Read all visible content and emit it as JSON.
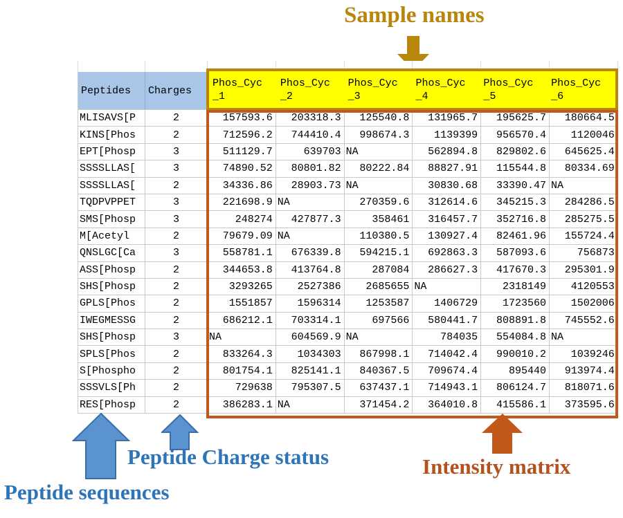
{
  "annotations": {
    "sample_names": {
      "label": "Sample names",
      "color": "#b8860b"
    },
    "peptide_sequences": {
      "label": "Peptide sequences",
      "color": "#2e74b9"
    },
    "peptide_charge_status": {
      "label": "Peptide Charge status",
      "color": "#2e74b9"
    },
    "intensity_matrix": {
      "label": "Intensity matrix",
      "color": "#b4511c"
    }
  },
  "colors": {
    "header_fill_blue": "#a9c5e8",
    "sample_header_fill_yellow": "#ffff00",
    "sample_header_border_gold": "#b8860b",
    "matrix_border_orange": "#c2591b",
    "annotation_arrow_blue": "#5b93d0"
  },
  "table": {
    "row_header_labels": [
      "Peptides",
      "Charges"
    ],
    "samples": [
      {
        "line1": "Phos_Cyc",
        "line2": "_1"
      },
      {
        "line1": "Phos_Cyc",
        "line2": "_2"
      },
      {
        "line1": "Phos_Cyc",
        "line2": "_3"
      },
      {
        "line1": "Phos_Cyc",
        "line2": "_4"
      },
      {
        "line1": "Phos_Cyc",
        "line2": "_5"
      },
      {
        "line1": "Phos_Cyc",
        "line2": "_6"
      }
    ],
    "rows": [
      {
        "peptide": "MLISAVS[P",
        "charge": "2",
        "values": [
          "157593.6",
          "203318.3",
          "125540.8",
          "131965.7",
          "195625.7",
          "180664.5"
        ]
      },
      {
        "peptide": "KINS[Phos",
        "charge": "2",
        "values": [
          "712596.2",
          "744410.4",
          "998674.3",
          "1139399",
          "956570.4",
          "1120046"
        ]
      },
      {
        "peptide": "EPT[Phosp",
        "charge": "3",
        "values": [
          "511129.7",
          "639703",
          "NA",
          "562894.8",
          "829802.6",
          "645625.4"
        ]
      },
      {
        "peptide": "SSSSLLAS[",
        "charge": "3",
        "values": [
          "74890.52",
          "80801.82",
          "80222.84",
          "88827.91",
          "115544.8",
          "80334.69"
        ]
      },
      {
        "peptide": "SSSSLLAS[",
        "charge": "2",
        "values": [
          "34336.86",
          "28903.73",
          "NA",
          "30830.68",
          "33390.47",
          "NA"
        ]
      },
      {
        "peptide": "TQDPVPPET",
        "charge": "3",
        "values": [
          "221698.9",
          "NA",
          "270359.6",
          "312614.6",
          "345215.3",
          "284286.5"
        ]
      },
      {
        "peptide": "SMS[Phosp",
        "charge": "3",
        "values": [
          "248274",
          "427877.3",
          "358461",
          "316457.7",
          "352716.8",
          "285275.5"
        ]
      },
      {
        "peptide": "M[Acetyl",
        "charge": "2",
        "values": [
          "79679.09",
          "NA",
          "110380.5",
          "130927.4",
          "82461.96",
          "155724.4"
        ]
      },
      {
        "peptide": "QNSLGC[Ca",
        "charge": "3",
        "values": [
          "558781.1",
          "676339.8",
          "594215.1",
          "692863.3",
          "587093.6",
          "756873"
        ]
      },
      {
        "peptide": "ASS[Phosp",
        "charge": "2",
        "values": [
          "344653.8",
          "413764.8",
          "287084",
          "286627.3",
          "417670.3",
          "295301.9"
        ]
      },
      {
        "peptide": "SHS[Phosp",
        "charge": "2",
        "values": [
          "3293265",
          "2527386",
          "2685655",
          "NA",
          "2318149",
          "4120553"
        ]
      },
      {
        "peptide": "GPLS[Phos",
        "charge": "2",
        "values": [
          "1551857",
          "1596314",
          "1253587",
          "1406729",
          "1723560",
          "1502006"
        ]
      },
      {
        "peptide": "IWEGMESSG",
        "charge": "2",
        "values": [
          "686212.1",
          "703314.1",
          "697566",
          "580441.7",
          "808891.8",
          "745552.6"
        ]
      },
      {
        "peptide": "SHS[Phosp",
        "charge": "3",
        "values": [
          "NA",
          "604569.9",
          "NA",
          "784035",
          "554084.8",
          "NA"
        ]
      },
      {
        "peptide": "SPLS[Phos",
        "charge": "2",
        "values": [
          "833264.3",
          "1034303",
          "867998.1",
          "714042.4",
          "990010.2",
          "1039246"
        ]
      },
      {
        "peptide": "S[Phospho",
        "charge": "2",
        "values": [
          "801754.1",
          "825141.1",
          "840367.5",
          "709674.4",
          "895440",
          "913974.4"
        ]
      },
      {
        "peptide": "SSSVLS[Ph",
        "charge": "2",
        "values": [
          "729638",
          "795307.5",
          "637437.1",
          "714943.1",
          "806124.7",
          "818071.6"
        ]
      },
      {
        "peptide": "RES[Phosp",
        "charge": "2",
        "values": [
          "386283.1",
          "NA",
          "371454.2",
          "364010.8",
          "415586.1",
          "373595.6"
        ]
      }
    ]
  }
}
